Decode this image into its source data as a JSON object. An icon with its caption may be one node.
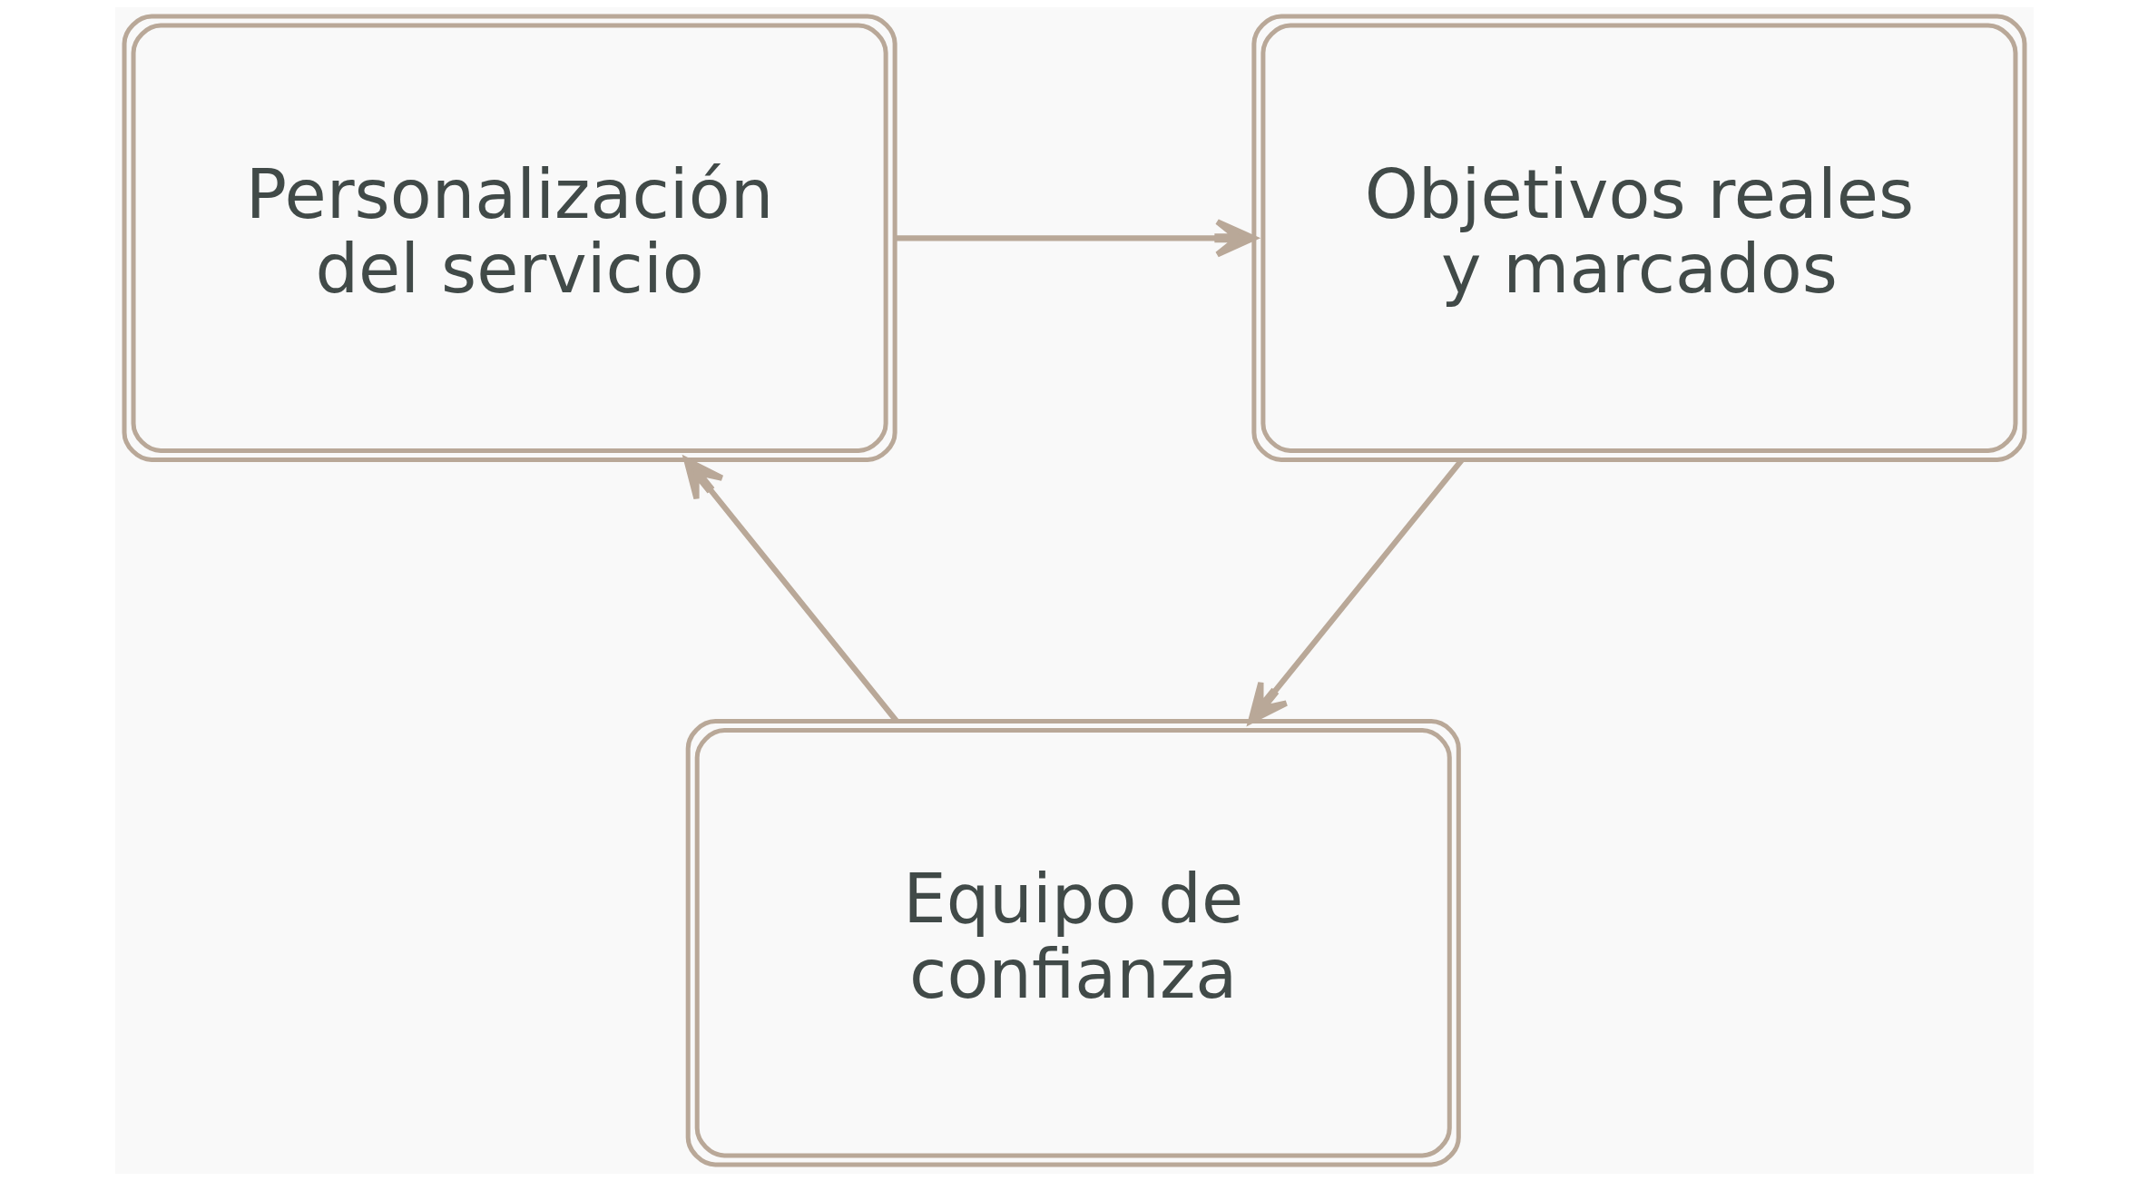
{
  "diagram": {
    "nodes": [
      {
        "text": [
          "Personalización del servicio"
        ]
      },
      {
        "text": [
          "Objetivos reales y marcados"
        ]
      },
      {
        "text": [
          "Equipo de confianza"
        ]
      }
    ],
    "edges": [
      {
        "from": 0,
        "to": 1,
        "arrow": "to"
      },
      {
        "from": 1,
        "to": 2,
        "arrow": "to"
      },
      {
        "from": 2,
        "to": 0,
        "arrow": "to"
      }
    ]
  }
}
